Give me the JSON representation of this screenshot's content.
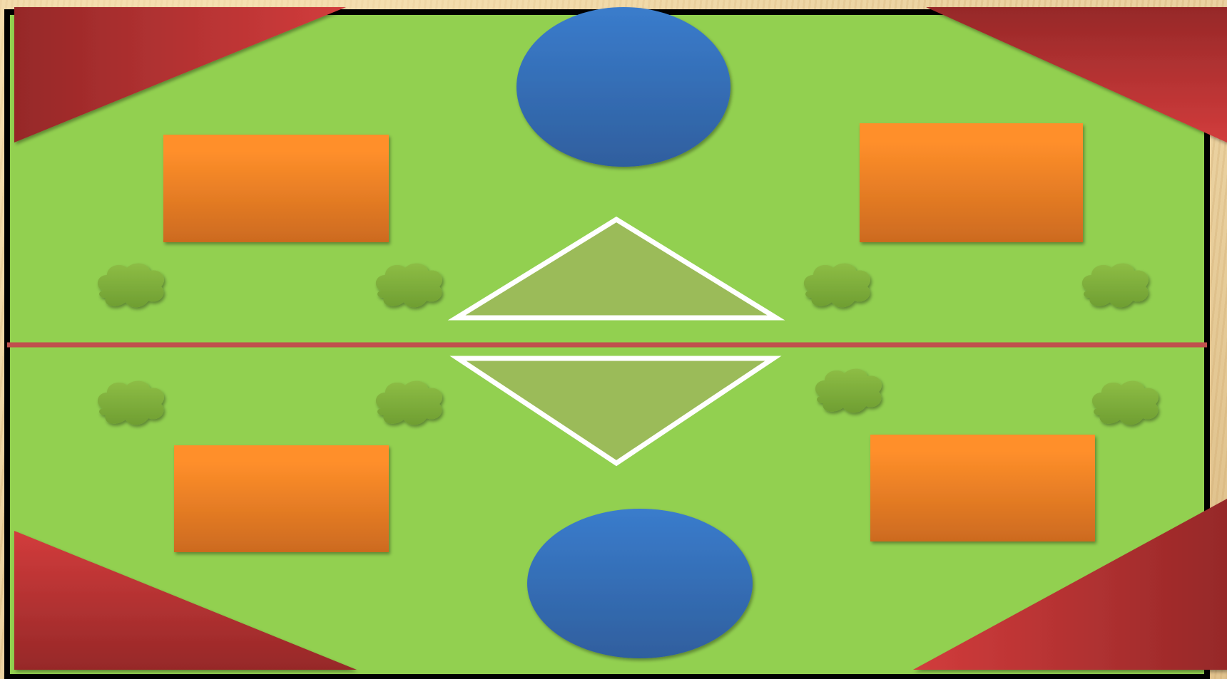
{
  "board": {
    "name": "field-board",
    "colors": {
      "background_paper": "#e9cf9c",
      "field": "#92d050",
      "border": "#000000",
      "midline": "#c0504d",
      "corner_light": "#d23c3c",
      "corner_dark": "#962828",
      "pond_top": "#3a7ccc",
      "pond_bottom": "#2f5f9e",
      "building_top": "#ff8f2a",
      "building_bottom": "#cc6a1f",
      "shrub_top": "#8dbd45",
      "shrub_bottom": "#6f9e32",
      "zone_fill": "#9bbb59",
      "zone_outline": "#ffffff"
    },
    "elements": [
      {
        "kind": "corner",
        "name": "red-corner-top-left"
      },
      {
        "kind": "corner",
        "name": "red-corner-top-right"
      },
      {
        "kind": "corner",
        "name": "red-corner-bottom-left"
      },
      {
        "kind": "corner",
        "name": "red-corner-bottom-right"
      },
      {
        "kind": "pond",
        "name": "blue-pond-top"
      },
      {
        "kind": "pond",
        "name": "blue-pond-bottom"
      },
      {
        "kind": "building",
        "name": "orange-block-top-left"
      },
      {
        "kind": "building",
        "name": "orange-block-top-right"
      },
      {
        "kind": "building",
        "name": "orange-block-bottom-left"
      },
      {
        "kind": "building",
        "name": "orange-block-bottom-right"
      },
      {
        "kind": "zone",
        "name": "triangle-zone-top"
      },
      {
        "kind": "zone",
        "name": "triangle-zone-bottom"
      },
      {
        "kind": "shrub",
        "name": "shrub-top-1"
      },
      {
        "kind": "shrub",
        "name": "shrub-top-2"
      },
      {
        "kind": "shrub",
        "name": "shrub-top-3"
      },
      {
        "kind": "shrub",
        "name": "shrub-top-4"
      },
      {
        "kind": "shrub",
        "name": "shrub-bottom-1"
      },
      {
        "kind": "shrub",
        "name": "shrub-bottom-2"
      },
      {
        "kind": "shrub",
        "name": "shrub-bottom-3"
      },
      {
        "kind": "shrub",
        "name": "shrub-bottom-4"
      },
      {
        "kind": "line",
        "name": "center-line"
      }
    ]
  }
}
